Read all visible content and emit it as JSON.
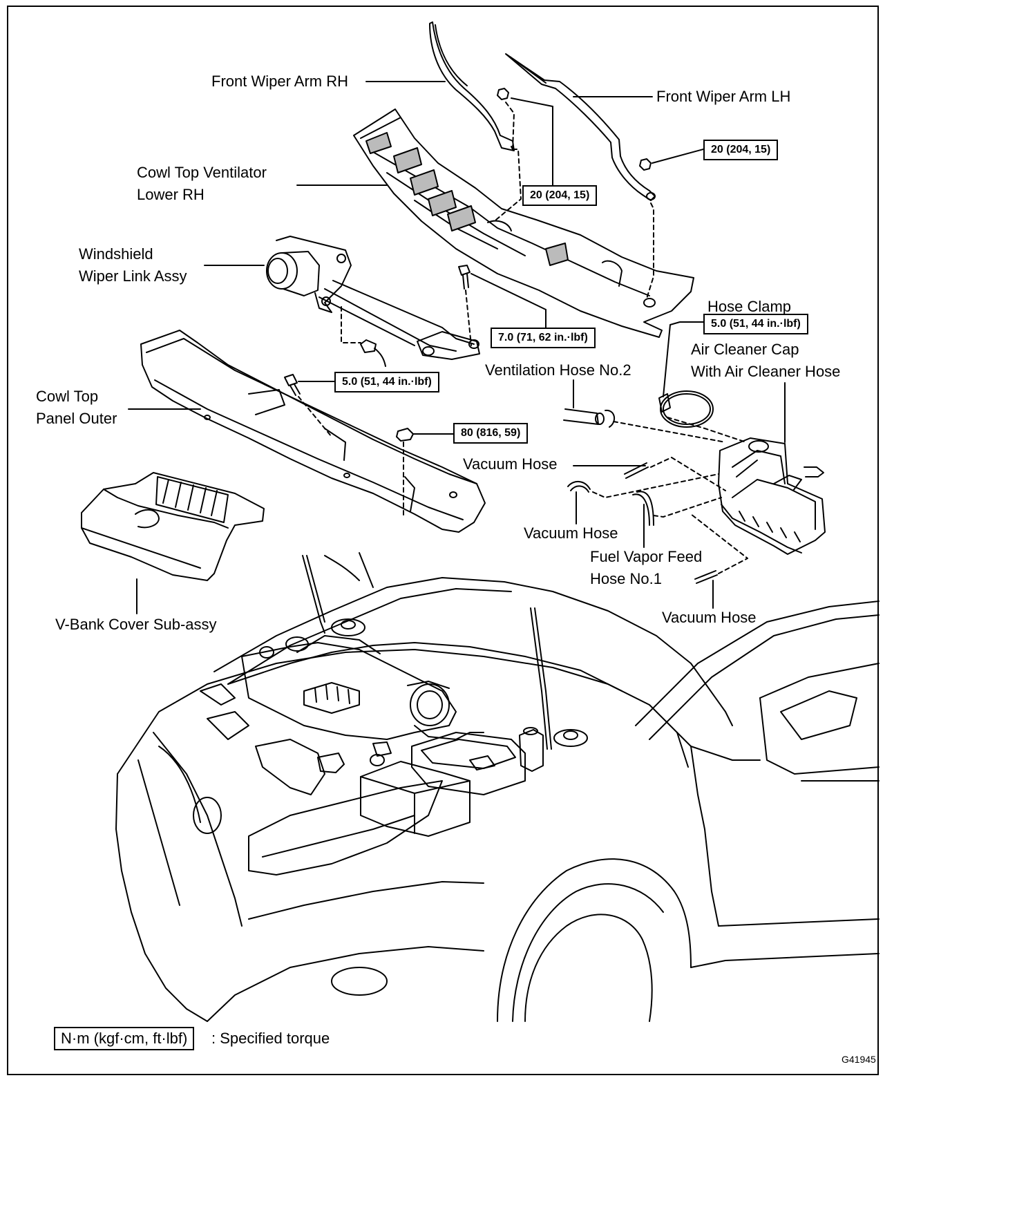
{
  "labels": {
    "front_wiper_arm_rh": "Front Wiper Arm RH",
    "front_wiper_arm_lh": "Front Wiper Arm LH",
    "cowl_top_ventilator_line1": "Cowl Top Ventilator",
    "cowl_top_ventilator_line2": "Lower RH",
    "windshield_wiper_line1": "Windshield",
    "windshield_wiper_line2": "Wiper Link Assy",
    "cowl_top_panel_line1": "Cowl Top",
    "cowl_top_panel_line2": "Panel Outer",
    "v_bank_cover": "V-Bank Cover Sub-assy",
    "hose_clamp": "Hose Clamp",
    "air_cleaner_line1": "Air Cleaner Cap",
    "air_cleaner_line2": "With Air Cleaner Hose",
    "ventilation_hose": "Ventilation Hose No.2",
    "vacuum_hose_1": "Vacuum Hose",
    "vacuum_hose_2": "Vacuum Hose",
    "vacuum_hose_3": "Vacuum Hose",
    "fuel_vapor_line1": "Fuel Vapor Feed",
    "fuel_vapor_line2": "Hose No.1"
  },
  "torques": {
    "wiper_lh_nut": "20 (204, 15)",
    "wiper_rh_nut": "20 (204, 15)",
    "wiper_link_bolt": "7.0 (71, 62 in.·lbf)",
    "hose_clamp": "5.0 (51, 44 in.·lbf)",
    "cowl_panel_bolt": "5.0 (51, 44 in.·lbf)",
    "cowl_panel_nut": "80 (816, 59)"
  },
  "legend": {
    "unit_box": "N·m (kgf·cm, ft·lbf)",
    "description": ": Specified torque"
  },
  "figure_id": "G41945"
}
